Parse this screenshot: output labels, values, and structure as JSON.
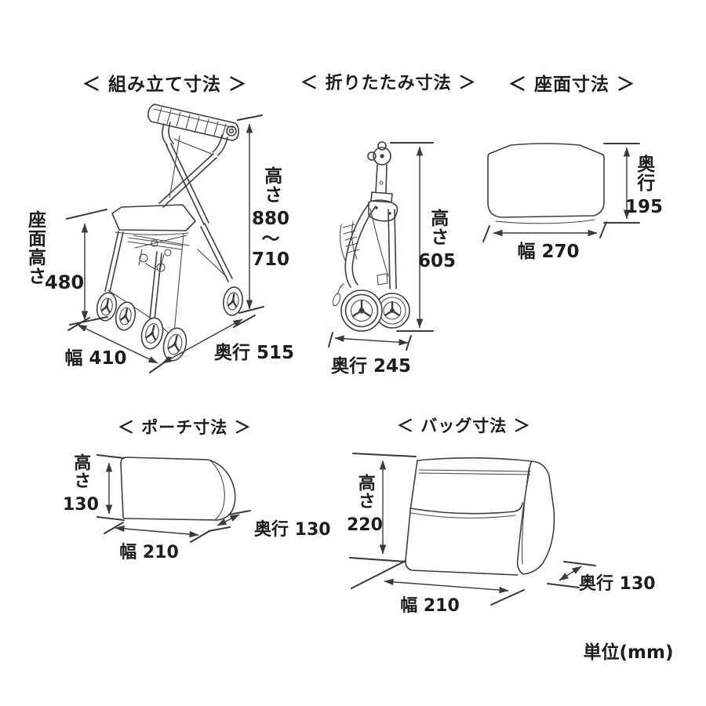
{
  "page": {
    "background": "#ffffff",
    "line_color": "#3f3f3f",
    "text_color": "#1d1d1d",
    "unit_label": "単位(mm)"
  },
  "sections": {
    "assembled": {
      "title": "＜ 組み立て寸法 ＞",
      "dims": {
        "seat_height_label": "座面高さ",
        "seat_height_value": "480",
        "height_label": "高さ",
        "height_max": "880",
        "height_tilde": "～",
        "height_min": "710",
        "width": "幅 410",
        "depth": "奥行 515"
      }
    },
    "folded": {
      "title": "＜ 折りたたみ寸法 ＞",
      "dims": {
        "height_label": "高さ",
        "height_value": "605",
        "depth": "奥行 245"
      }
    },
    "seat": {
      "title": "＜ 座面寸法 ＞",
      "dims": {
        "depth_label": "奥行",
        "depth_value": "195",
        "width": "幅 270"
      }
    },
    "pouch": {
      "title": "＜ ポーチ寸法 ＞",
      "dims": {
        "height_label": "高さ",
        "height_value": "130",
        "width": "幅 210",
        "depth": "奥行 130"
      }
    },
    "bag": {
      "title": "＜ バッグ寸法 ＞",
      "dims": {
        "height_label": "高さ",
        "height_value": "220",
        "width": "幅 210",
        "depth": "奥行 130"
      }
    }
  }
}
